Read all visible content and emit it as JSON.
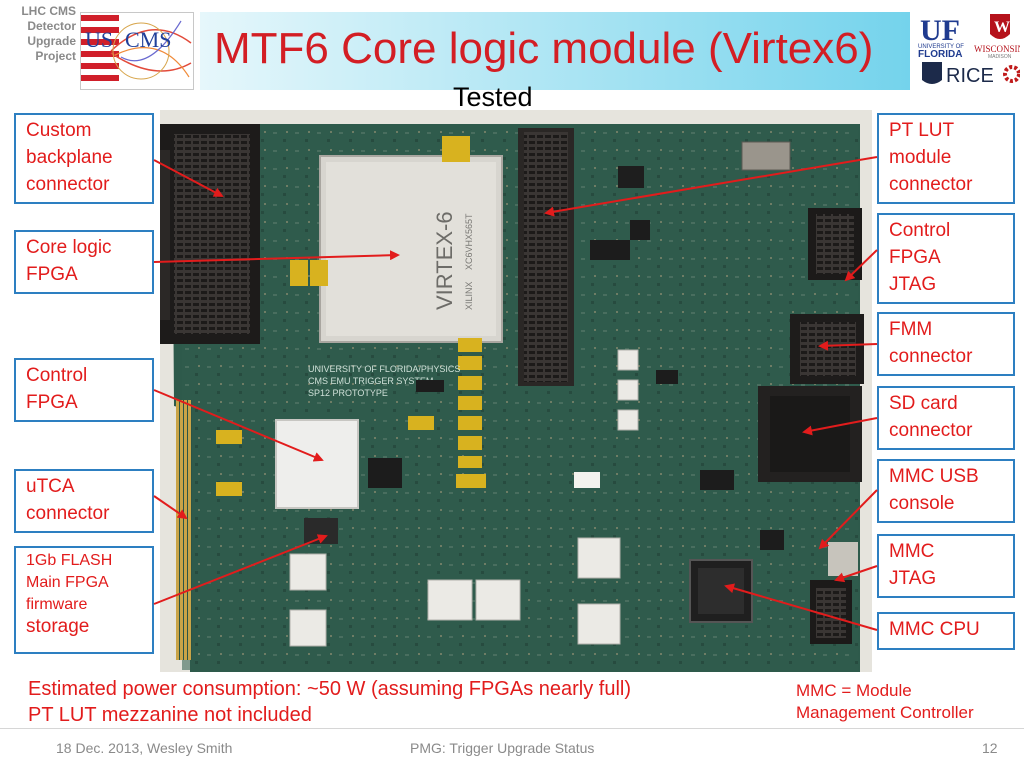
{
  "header": {
    "project_lines": [
      "LHC CMS",
      "Detector",
      "Upgrade",
      "Project"
    ],
    "logo_text_us": "US",
    "logo_text_cms": "CMS",
    "title": "MTF6 Core logic module (Virtex6)",
    "subtitle": "Tested"
  },
  "university_logos": {
    "uf_short": "UF",
    "uf_line1": "UNIVERSITY OF",
    "uf_line2": "FLORIDA",
    "uw_short": "W",
    "uw_name": "WISCONSIN",
    "uw_sub": "MADISON",
    "rice": "RICE"
  },
  "board": {
    "fpga_marking": "VIRTEX-6",
    "fpga_vendor": "XILINX",
    "fpga_part": "XC6VHX565T",
    "silk_line1": "UNIVERSITY OF FLORIDA/PHYSICS",
    "silk_line2": "CMS EMU TRIGGER SYSTEM",
    "silk_line3": "SP12 PROTOTYPE"
  },
  "labels": {
    "left": [
      {
        "lines": [
          "Custom",
          "backplane",
          "connector"
        ]
      },
      {
        "lines": [
          "Core logic",
          "FPGA"
        ]
      },
      {
        "lines": [
          "Control",
          "FPGA"
        ]
      },
      {
        "lines": [
          "uTCA",
          "connector"
        ]
      },
      {
        "lines": [
          "1Gb FLASH",
          "Main FPGA",
          "firmware",
          "storage"
        ]
      }
    ],
    "right": [
      {
        "lines": [
          "PT LUT",
          "module",
          "connector"
        ]
      },
      {
        "lines": [
          "Control",
          "FPGA",
          "JTAG"
        ]
      },
      {
        "lines": [
          "FMM",
          "connector"
        ]
      },
      {
        "lines": [
          "SD card",
          "connector"
        ]
      },
      {
        "lines": [
          "MMC USB",
          "console"
        ]
      },
      {
        "lines": [
          "MMC",
          "JTAG"
        ]
      },
      {
        "lines": [
          "MMC CPU"
        ]
      }
    ]
  },
  "notes": {
    "power": "Estimated power consumption: ~50 W (assuming FPGAs nearly full)",
    "lut": "PT LUT mezzanine not included",
    "mmc_line1": "MMC = Module",
    "mmc_line2": "Management Controller"
  },
  "footer": {
    "date_author": "18 Dec. 2013, Wesley Smith",
    "center": "PMG: Trigger Upgrade Status",
    "page": "12"
  },
  "colors": {
    "title_red": "#d31e24",
    "label_red": "#e21c1c",
    "label_border": "#2d7fc1",
    "pcb_green": "#2e5a4b"
  }
}
